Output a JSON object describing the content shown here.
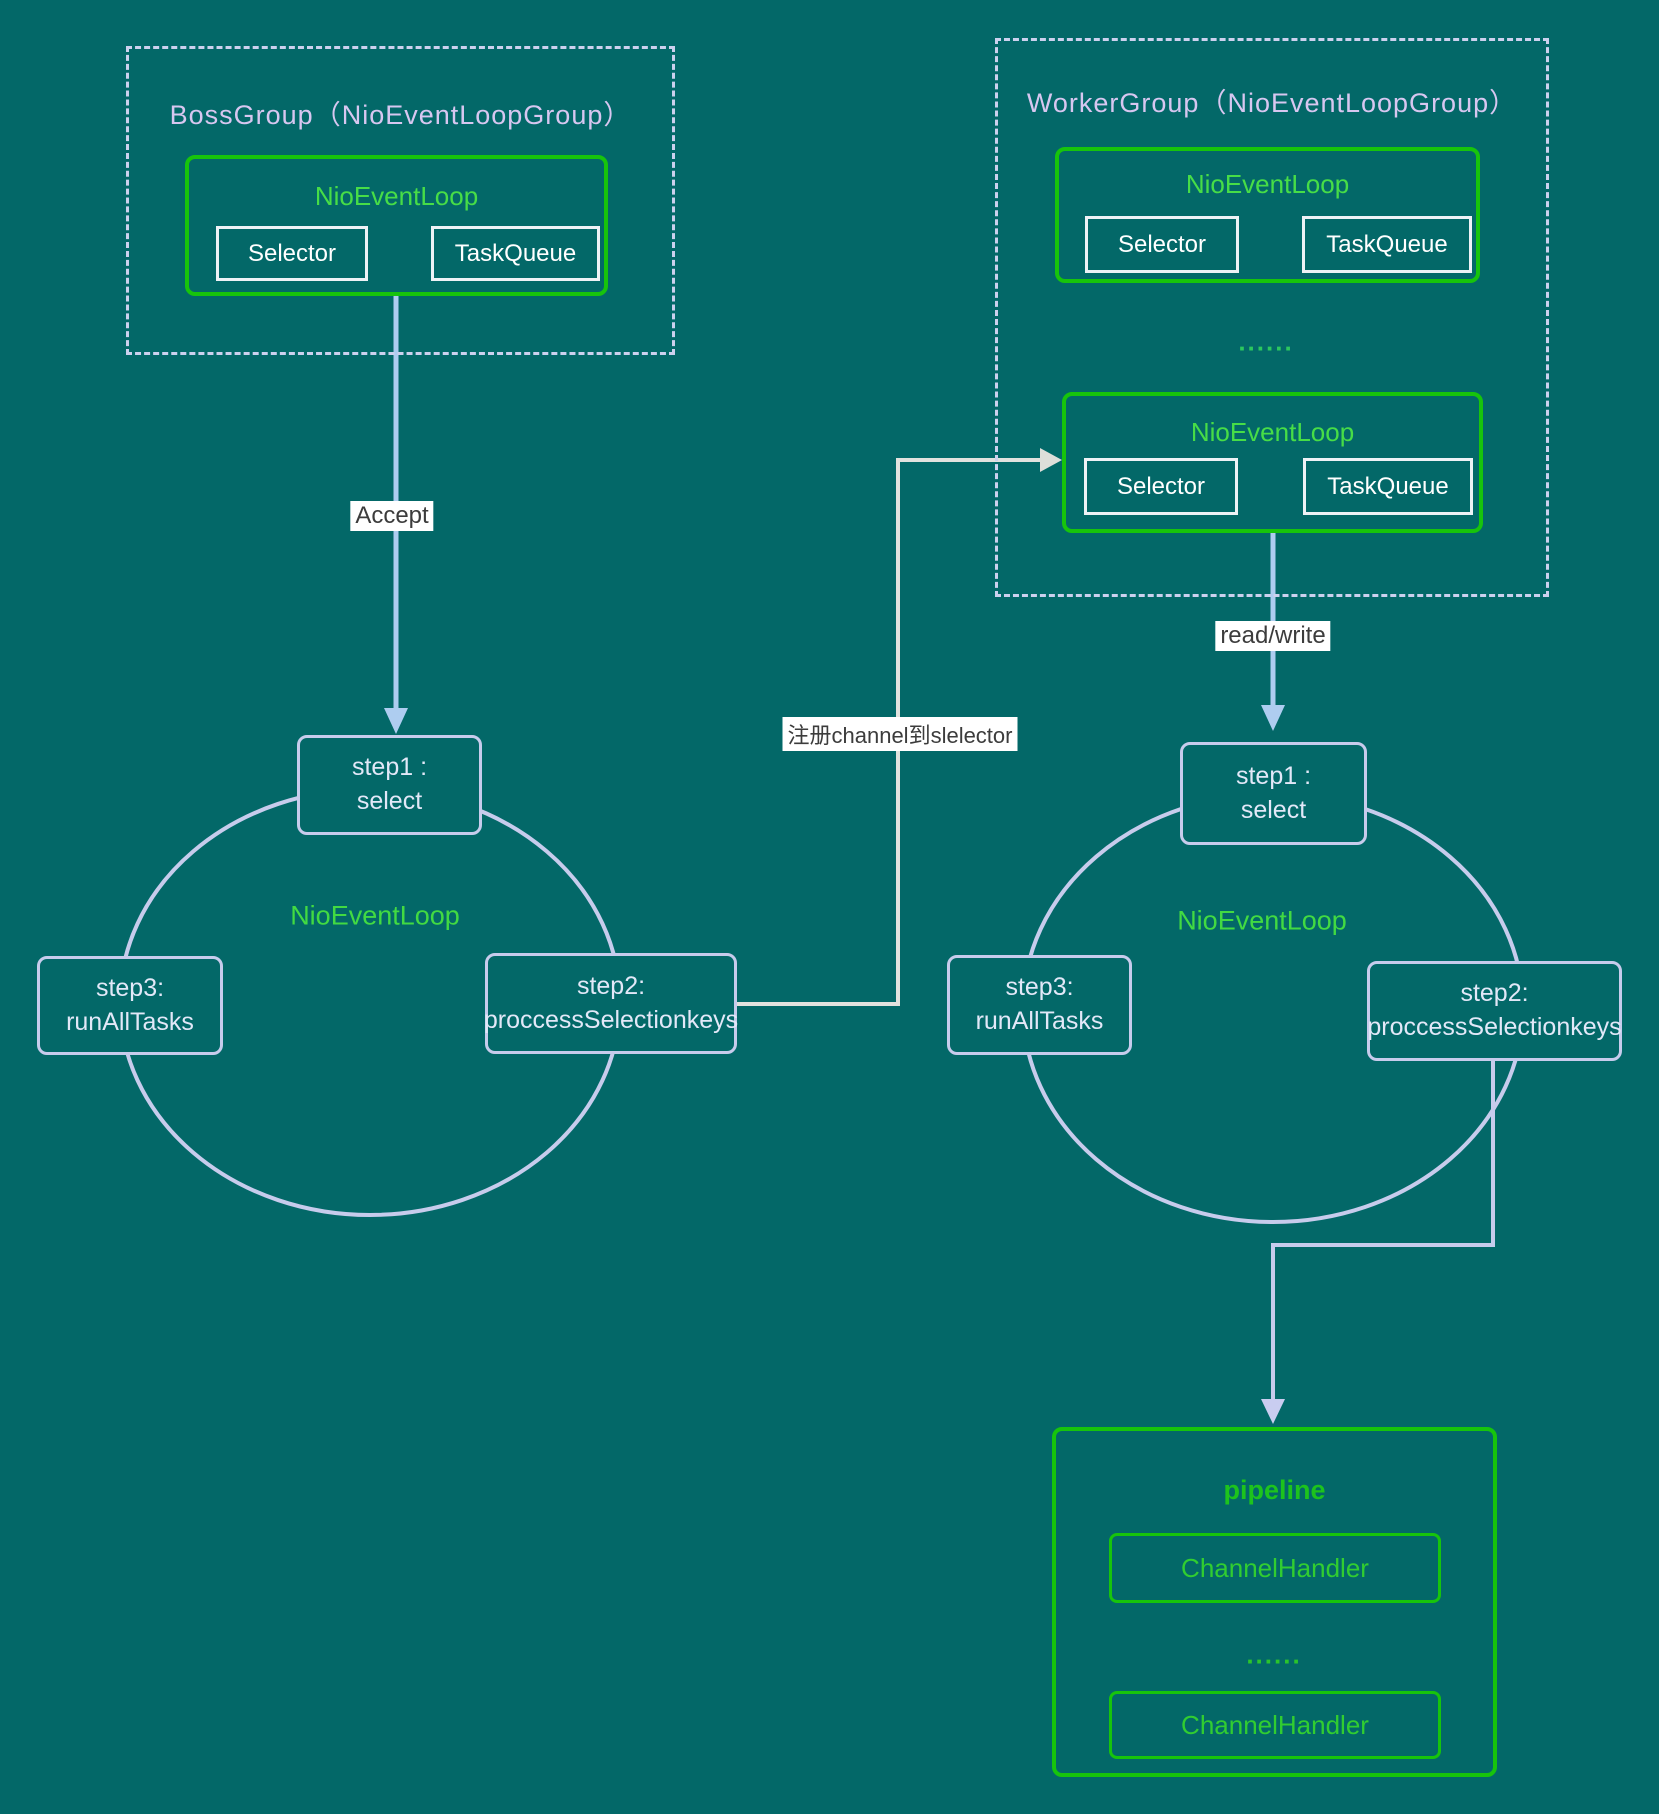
{
  "background_color": "#036868",
  "colors": {
    "green_border": "#17c40c",
    "green_text": "#47dd47",
    "lavender": "#c7ccec",
    "blue_arrow": "#aecdf0",
    "white_line": "#e2e2de",
    "group_title": "#d7c7f0"
  },
  "boss_group": {
    "title": "BossGroup（NioEventLoopGroup）",
    "event_loop": {
      "title": "NioEventLoop",
      "selector": "Selector",
      "task_queue": "TaskQueue"
    }
  },
  "worker_group": {
    "title": "WorkerGroup（NioEventLoopGroup）",
    "ellipsis": "......",
    "event_loops": [
      {
        "title": "NioEventLoop",
        "selector": "Selector",
        "task_queue": "TaskQueue"
      },
      {
        "title": "NioEventLoop",
        "selector": "Selector",
        "task_queue": "TaskQueue"
      }
    ]
  },
  "edges": {
    "accept_label": "Accept",
    "read_write_label": "read/write",
    "register_label": "注册channel到slelector"
  },
  "boss_loop_cycle": {
    "title": "NioEventLoop",
    "step1": {
      "line1": "step1 :",
      "line2": "select"
    },
    "step2": {
      "line1": "step2:",
      "line2": "proccessSelectionkeys"
    },
    "step3": {
      "line1": "step3:",
      "line2": "runAllTasks"
    }
  },
  "worker_loop_cycle": {
    "title": "NioEventLoop",
    "step1": {
      "line1": "step1 :",
      "line2": "select"
    },
    "step2": {
      "line1": "step2:",
      "line2": "proccessSelectionkeys"
    },
    "step3": {
      "line1": "step3:",
      "line2": "runAllTasks"
    }
  },
  "pipeline": {
    "title": "pipeline",
    "ellipsis": "......",
    "handlers": [
      "ChannelHandler",
      "ChannelHandler"
    ]
  }
}
